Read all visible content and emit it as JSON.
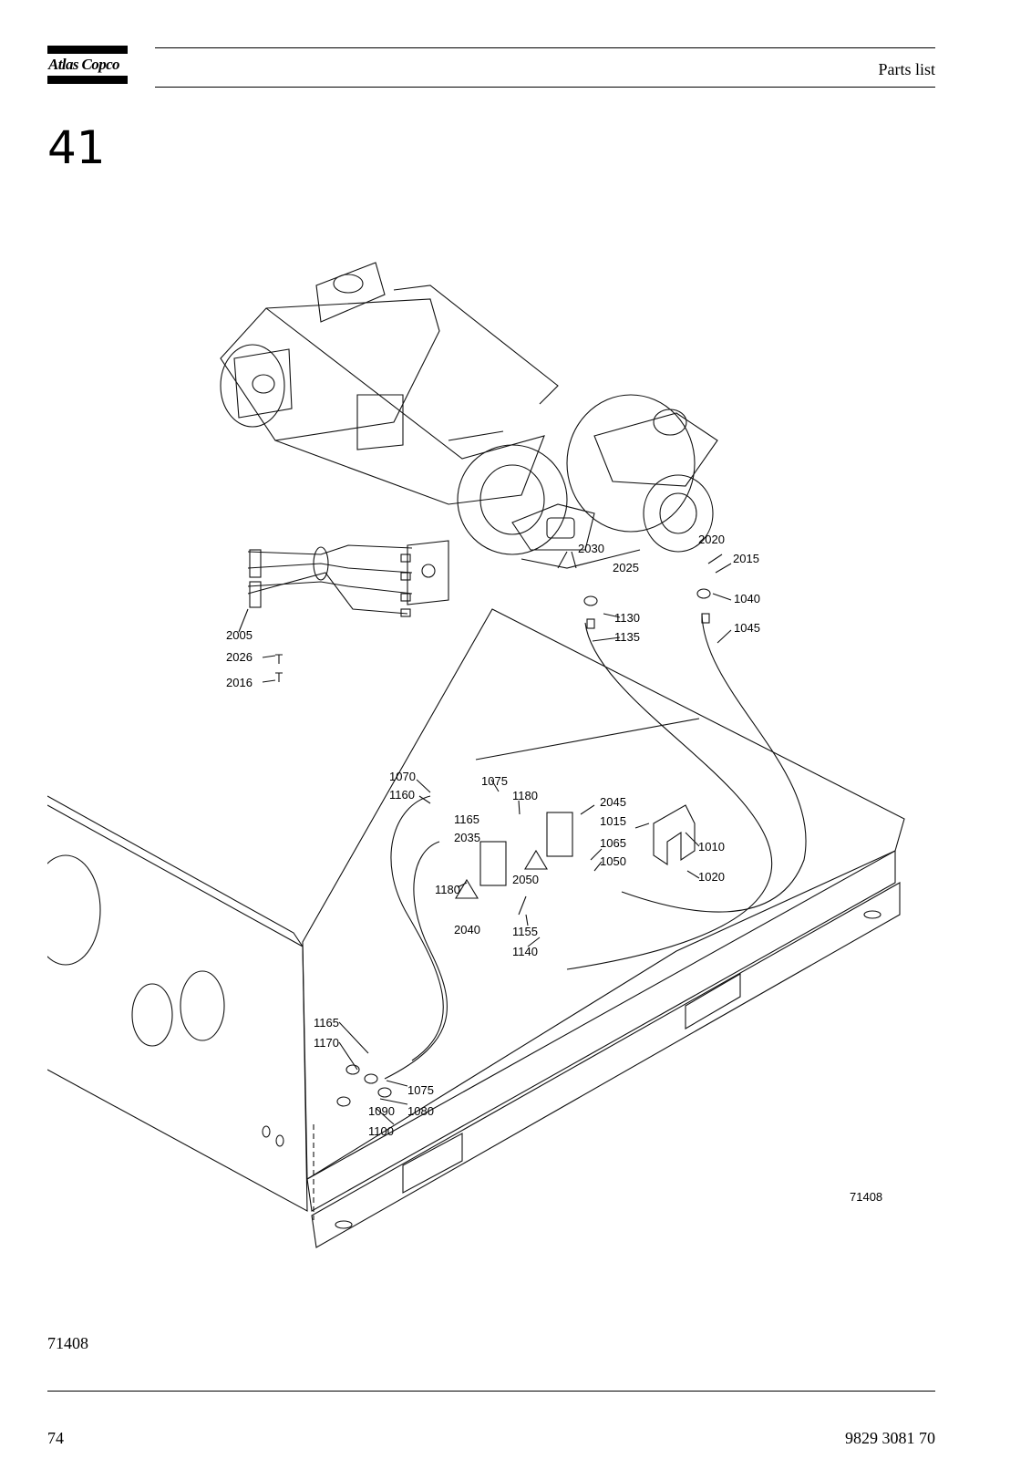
{
  "header": {
    "brand": "Atlas Copco",
    "section_title": "Parts list"
  },
  "section_number": "41",
  "figure": {
    "drawing_number": "71408",
    "callouts": [
      "2005",
      "2026",
      "2016",
      "2030",
      "2025",
      "2020",
      "2015",
      "1130",
      "1135",
      "1040",
      "1045",
      "1070",
      "1160",
      "1075",
      "1180",
      "1165",
      "2035",
      "2045",
      "1015",
      "1065",
      "1050",
      "1010",
      "1020",
      "2050",
      "1180",
      "2040",
      "1155",
      "1140",
      "1165",
      "1170",
      "1075",
      "1090",
      "1080",
      "1100"
    ]
  },
  "figure_reference": "71408",
  "footer": {
    "page_number": "74",
    "document_number": "9829 3081 70"
  }
}
